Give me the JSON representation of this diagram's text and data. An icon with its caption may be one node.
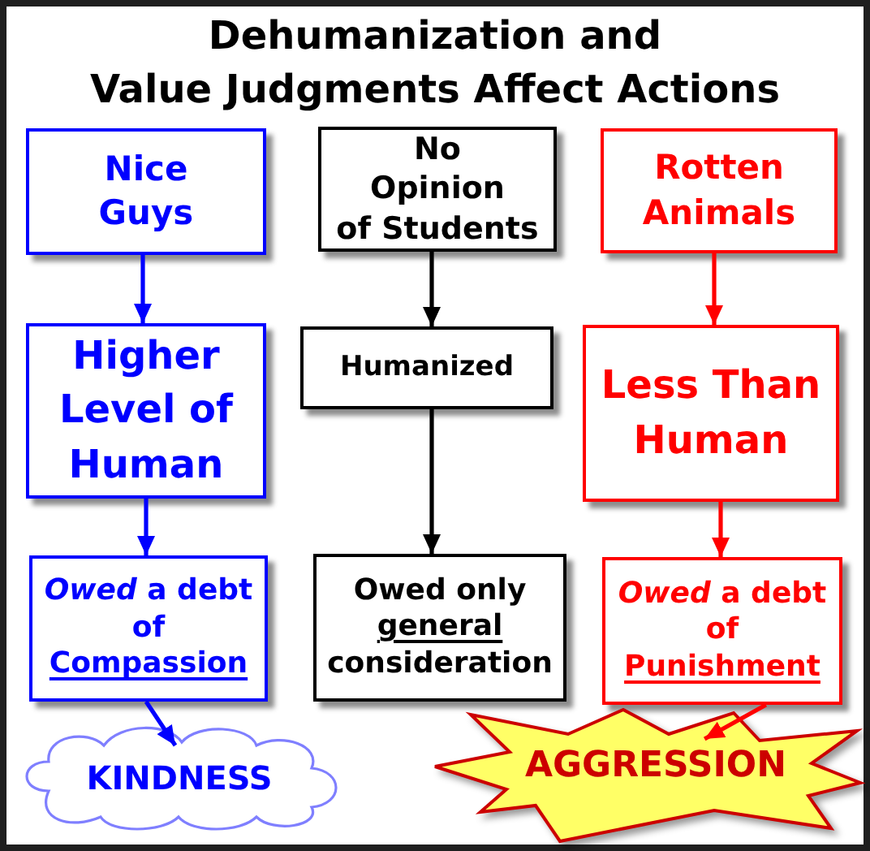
{
  "diagram": {
    "title": "Dehumanization and Value Judgments Affect Actions",
    "nodes": [
      {
        "text": [
          "Nice Guys"
        ]
      },
      {
        "text": [
          "No Opinion of Students"
        ]
      },
      {
        "text": [
          "Rotten Animals"
        ]
      },
      {
        "text": [
          "Higher Level of Human"
        ]
      },
      {
        "text": [
          "Humanized"
        ]
      },
      {
        "text": [
          "Less Than Human"
        ]
      },
      {
        "text": [
          "*Owed* a debt of",
          "Compassion"
        ]
      },
      {
        "text": [
          "Owed only",
          "general",
          "consideration"
        ]
      },
      {
        "text": [
          "*Owed* a debt of",
          "Punishment"
        ]
      },
      {
        "text": [
          "KINDNESS"
        ]
      },
      {
        "text": [
          "AGGRESSION"
        ]
      }
    ],
    "edges": [
      {
        "from": 0,
        "to": 3,
        "arrow": "to",
        "color": "#0000ff"
      },
      {
        "from": 1,
        "to": 4,
        "arrow": "to",
        "color": "#000000"
      },
      {
        "from": 2,
        "to": 5,
        "arrow": "to",
        "color": "#ff0000"
      },
      {
        "from": 3,
        "to": 6,
        "arrow": "to",
        "color": "#0000ff"
      },
      {
        "from": 4,
        "to": 7,
        "arrow": "to",
        "color": "#000000"
      },
      {
        "from": 5,
        "to": 8,
        "arrow": "to",
        "color": "#ff0000"
      },
      {
        "from": 6,
        "to": 9,
        "arrow": "to",
        "color": "#0000ff"
      },
      {
        "from": 8,
        "to": 10,
        "arrow": "to",
        "color": "#ff0000"
      }
    ]
  }
}
